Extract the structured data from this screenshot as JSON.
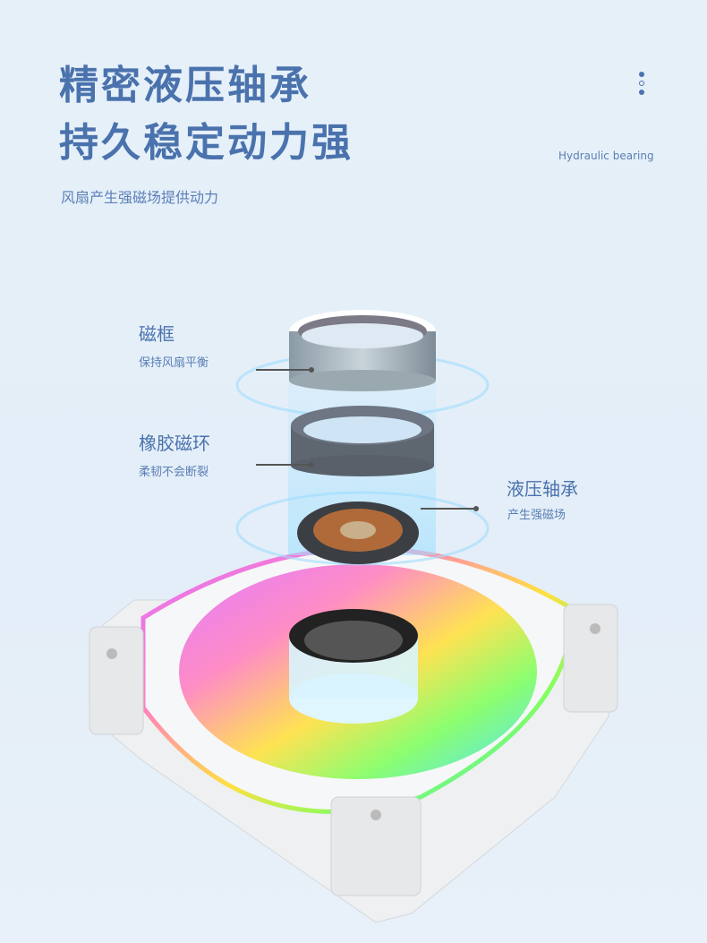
{
  "header": {
    "title_line1": "精密液压轴承",
    "title_line2": "持久稳定动力强",
    "subtitle": "风扇产生强磁场提供动力",
    "english_tag": "Hydraulic bearing"
  },
  "callouts": [
    {
      "title": "磁框",
      "desc": "保持风扇平衡"
    },
    {
      "title": "橡胶磁环",
      "desc": "柔韧不会断裂"
    },
    {
      "title": "液压轴承",
      "desc": "产生强磁场"
    }
  ],
  "colors": {
    "heading": "#4a72ad",
    "background": "#e6f0f9"
  }
}
